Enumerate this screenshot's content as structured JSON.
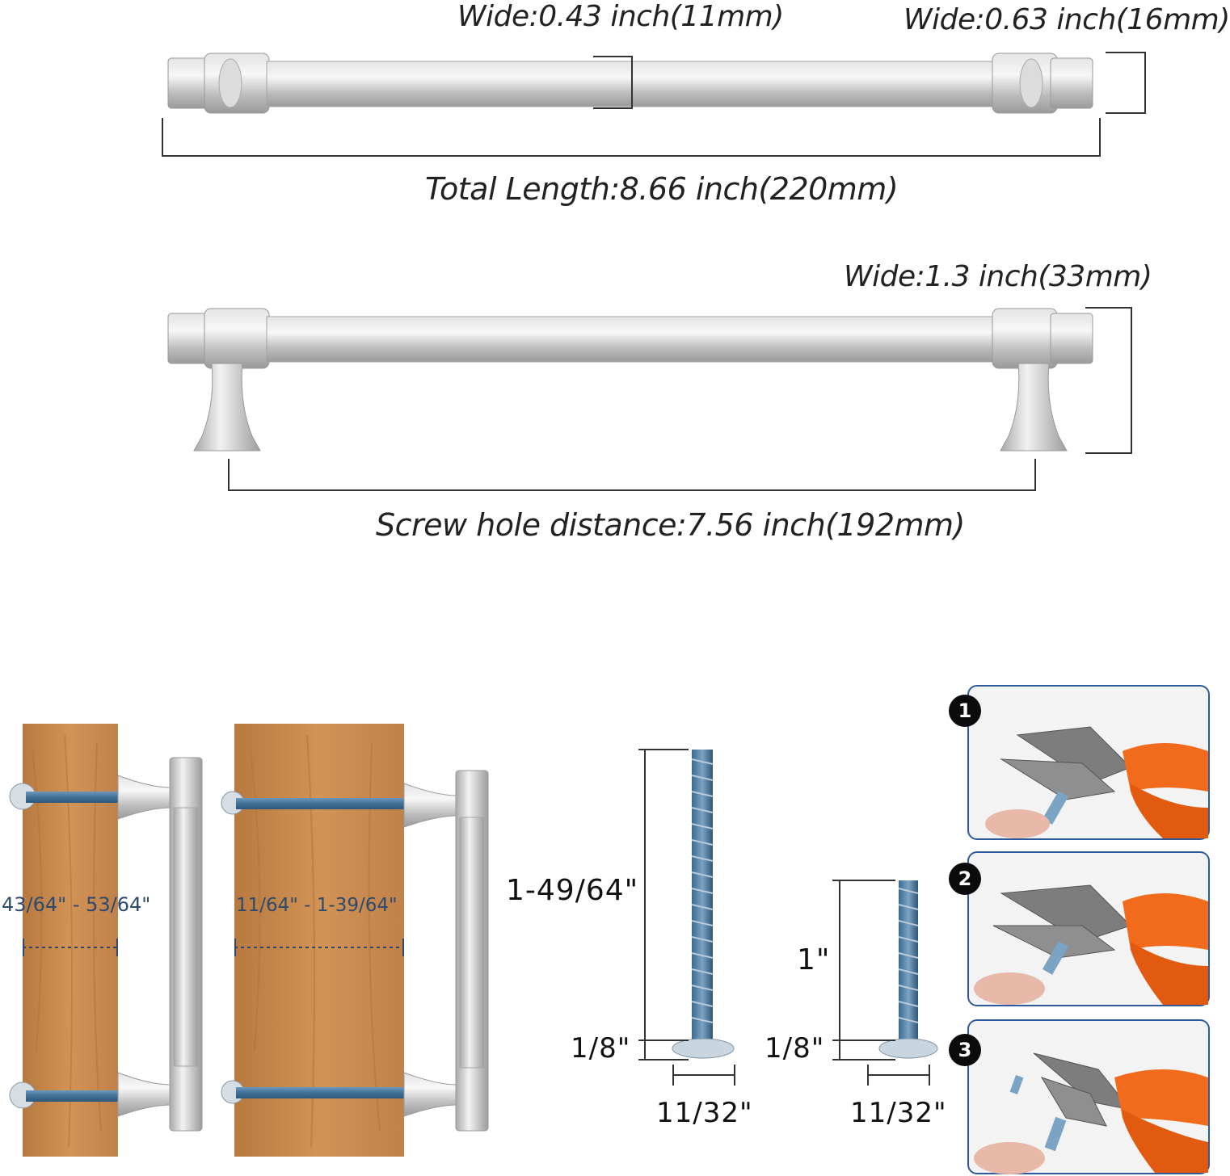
{
  "dimensions": {
    "bar_width": "Wide:0.43 inch(11mm)",
    "end_width": "Wide:0.63 inch(16mm)",
    "total_length": "Total Length:8.66 inch(220mm)",
    "height": "Wide:1.3 inch(33mm)",
    "hole_distance": "Screw hole distance:7.56 inch(192mm)"
  },
  "thickness_ranges": {
    "thin_door": "43/64\"  - 53/64\"",
    "thick_door": "11/64\" - 1-39/64\""
  },
  "screws": {
    "long": {
      "length": "1-49/64\"",
      "head": "1/8\"",
      "diameter": "11/32\""
    },
    "short": {
      "length": "1\"",
      "head": "1/8\"",
      "diameter": "11/32\""
    }
  },
  "steps": [
    "1",
    "2",
    "3"
  ],
  "colors": {
    "wood": "#c88a4e",
    "screw": "#4a7ea6",
    "metal": "#c9c9c9",
    "panel_border": "#2e5a9c",
    "plier_orange": "#f26b1d"
  }
}
